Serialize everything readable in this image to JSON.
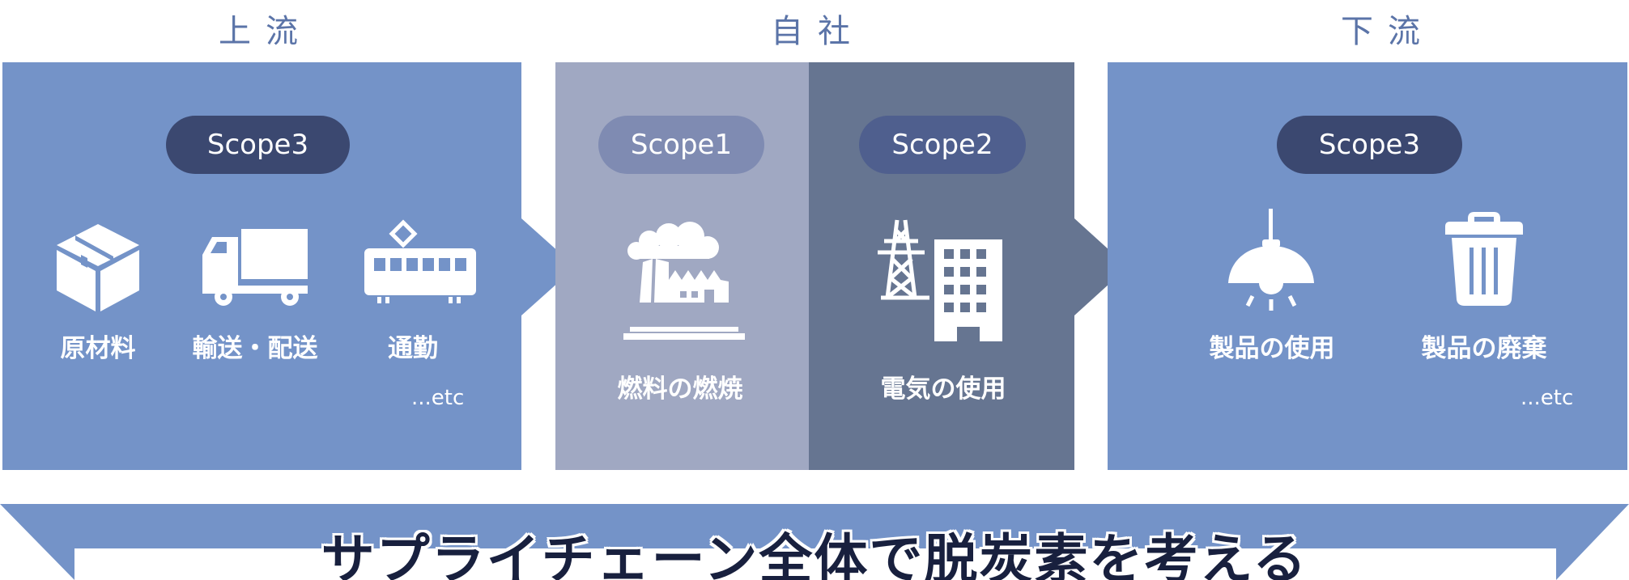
{
  "headings": {
    "upstream": "上流",
    "company": "自社",
    "downstream": "下流"
  },
  "upstream": {
    "scope": "Scope3",
    "items": [
      {
        "label": "原材料",
        "icon": "box-icon"
      },
      {
        "label": "輸送・配送",
        "icon": "truck-icon"
      },
      {
        "label": "通勤",
        "icon": "train-icon"
      }
    ],
    "etc": "...etc"
  },
  "company": {
    "scope1": {
      "scope": "Scope1",
      "label": "燃料の燃焼",
      "icon": "factory-icon"
    },
    "scope2": {
      "scope": "Scope2",
      "label": "電気の使用",
      "icon": "power-tower-building-icon"
    }
  },
  "downstream": {
    "scope": "Scope3",
    "items": [
      {
        "label": "製品の使用",
        "icon": "pendant-lamp-icon"
      },
      {
        "label": "製品の廃棄",
        "icon": "trash-can-icon"
      }
    ],
    "etc": "...etc"
  },
  "banner": {
    "text": "サプライチェーン全体で脱炭素を考える"
  },
  "colors": {
    "upstream_bg": "#7493c8",
    "scope1_bg": "#a0a8c2",
    "scope2_bg": "#667591",
    "pill_dark": "#3b4870",
    "pill_scope1": "#7f8bb2",
    "pill_scope2": "#4f5f8e",
    "banner": "#7493c8",
    "text_dark": "#18203e"
  }
}
